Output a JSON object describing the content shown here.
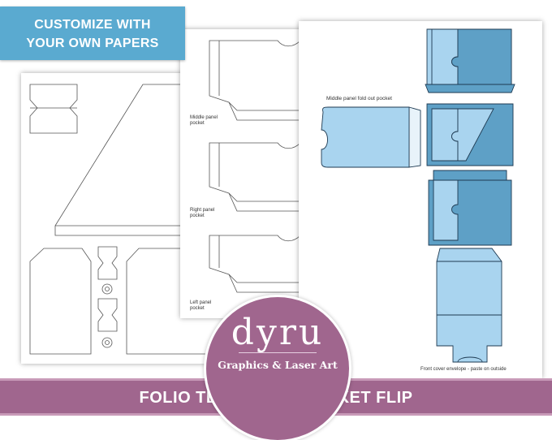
{
  "promo": {
    "customize_line1": "CUSTOMIZE WITH",
    "customize_line2": "YOUR OWN PAPERS",
    "title": "FOLIO TEMPLATE - POCKET FLIP"
  },
  "brand": {
    "logo_text": "dyru",
    "tagline": "Graphics & Laser Art",
    "color": "#a0668e"
  },
  "template_labels": {
    "middle_panel_pocket": "Middle panel pocket",
    "right_panel_pocket": "Right panel pocket",
    "left_panel_pocket": "Left panel pocket",
    "middle_fold_out": "Middle panel fold out pocket",
    "front_cover_envelope": "Front cover envelope - paste on outside"
  },
  "colors": {
    "banner_blue": "#5aaad0",
    "pocket_light": "#a9d4ef",
    "pocket_dark": "#5ea0c6"
  }
}
